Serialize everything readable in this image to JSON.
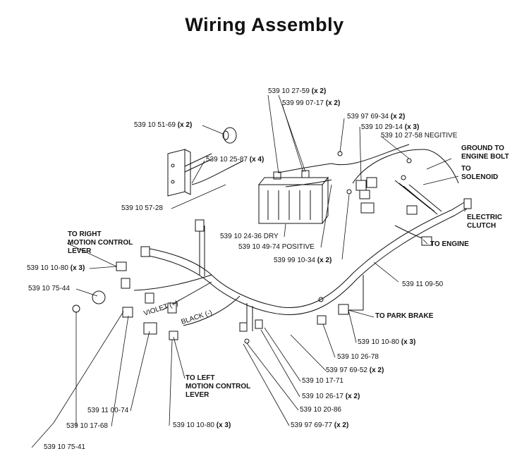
{
  "title": "Wiring Assembly",
  "parts": [
    {
      "id": "p1",
      "part": "539 10 27-59",
      "qty": "(x 2)"
    },
    {
      "id": "p2",
      "part": "539 99 07-17",
      "qty": "(x 2)"
    },
    {
      "id": "p3",
      "part": "539 97 69-34",
      "qty": "(x 2)"
    },
    {
      "id": "p4",
      "part": "539 10 29-14",
      "qty": "(x 3)"
    },
    {
      "id": "p5",
      "part": "539 10 27-58 NEGITIVE",
      "qty": ""
    },
    {
      "id": "p6",
      "part": "539 10 51-69",
      "qty": "(x 2)"
    },
    {
      "id": "p7",
      "part": "539 10 25-87",
      "qty": "(x 4)"
    },
    {
      "id": "p8",
      "part": "539 10 57-28",
      "qty": ""
    },
    {
      "id": "p9",
      "part": "539 10 24-36 DRY",
      "qty": ""
    },
    {
      "id": "p10",
      "part": "539 10 49-74 POSITIVE",
      "qty": ""
    },
    {
      "id": "p11",
      "part": "539 99 10-34",
      "qty": "(x 2)"
    },
    {
      "id": "p12",
      "part": "539 10 10-80",
      "qty": "(x 3)"
    },
    {
      "id": "p13",
      "part": "539 10 75-44",
      "qty": ""
    },
    {
      "id": "p14",
      "part": "539 11 09-50",
      "qty": ""
    },
    {
      "id": "p15",
      "part": "539 10 10-80",
      "qty": "(x 3)"
    },
    {
      "id": "p16",
      "part": "539 10 26-78",
      "qty": ""
    },
    {
      "id": "p17",
      "part": "539 97 69-52",
      "qty": "(x 2)"
    },
    {
      "id": "p18",
      "part": "539 10 17-71",
      "qty": ""
    },
    {
      "id": "p19",
      "part": "539 10 26-17",
      "qty": "(x 2)"
    },
    {
      "id": "p20",
      "part": "539 10 20-86",
      "qty": ""
    },
    {
      "id": "p21",
      "part": "539 11 00-74",
      "qty": ""
    },
    {
      "id": "p22",
      "part": "539 10 17-68",
      "qty": ""
    },
    {
      "id": "p23",
      "part": "539 10 10-80",
      "qty": "(x 3)"
    },
    {
      "id": "p24",
      "part": "539 97 69-77",
      "qty": "(x 2)"
    },
    {
      "id": "p25",
      "part": "539 10 75-41",
      "qty": ""
    }
  ],
  "callouts": {
    "ground": [
      "GROUND TO",
      "ENGINE BOLT"
    ],
    "solenoid": [
      "TO",
      "SOLENOID"
    ],
    "clutch": [
      "ELECTRIC",
      "CLUTCH"
    ],
    "engine": [
      "TO ENGINE"
    ],
    "park_brake": [
      "TO PARK BRAKE"
    ],
    "right_lever": [
      "TO RIGHT",
      "MOTION CONTROL",
      "LEVER"
    ],
    "left_lever": [
      "TO LEFT",
      "MOTION CONTROL",
      "LEVER"
    ]
  },
  "wire_marks": {
    "violet": "VIOLET (+)",
    "black": "BLACK (-)"
  }
}
